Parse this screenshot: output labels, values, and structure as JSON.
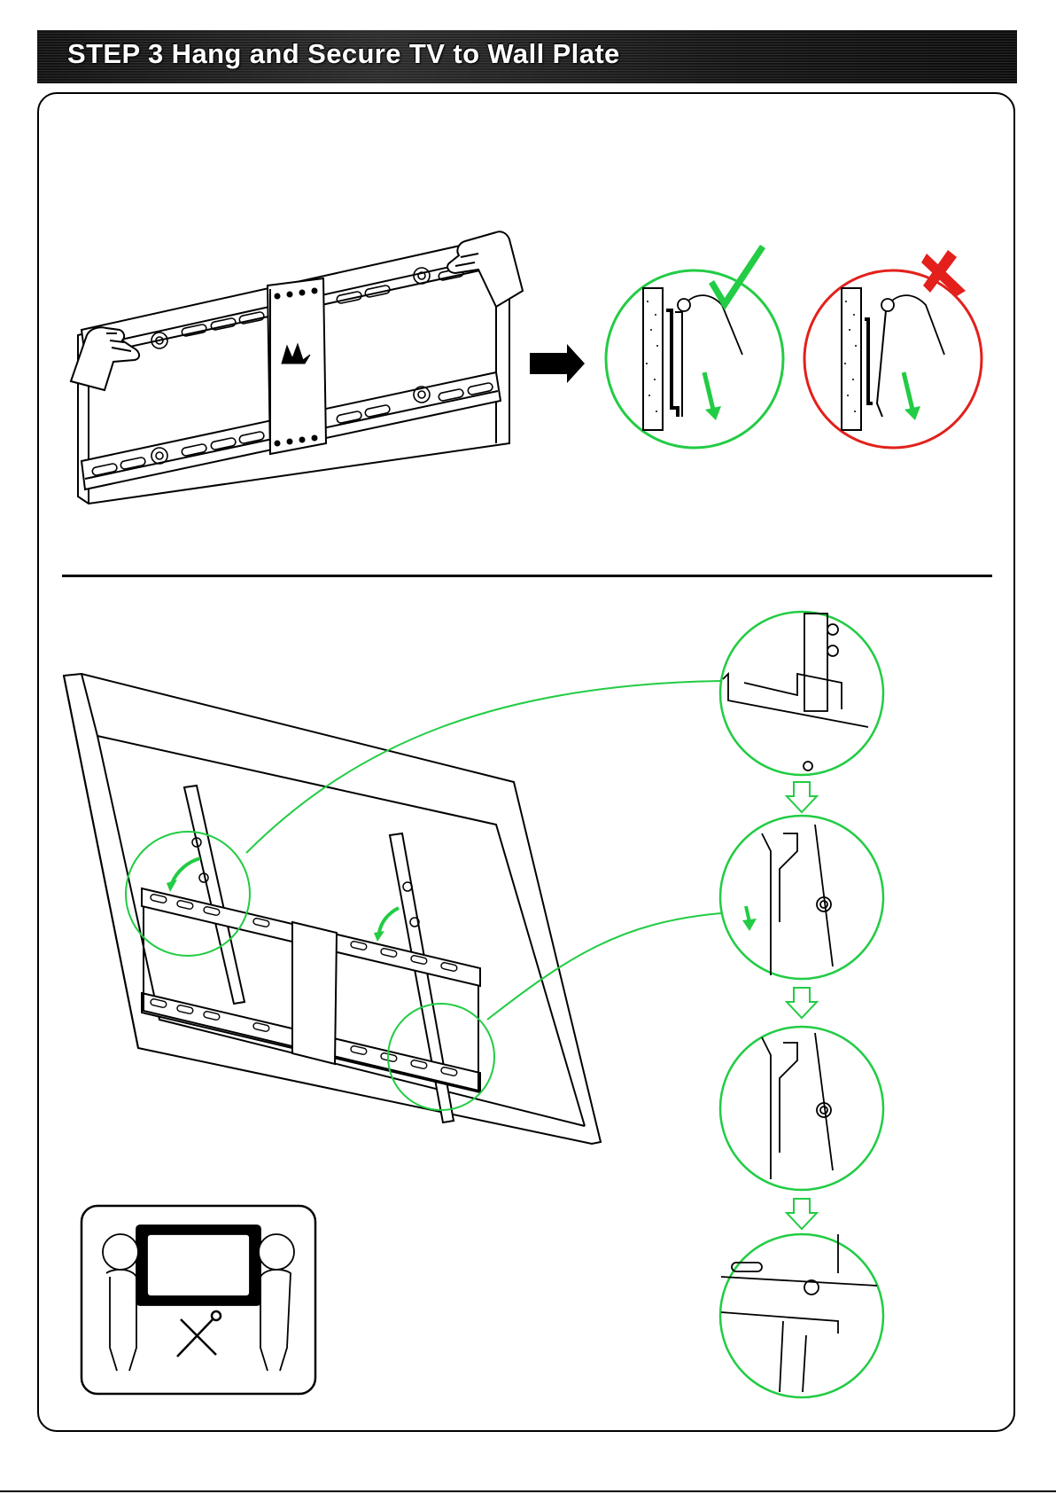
{
  "header": {
    "title": "STEP 3 Hang and Secure TV to Wall Plate"
  },
  "colors": {
    "correct": "#22cc44",
    "incorrect": "#e3201b",
    "detail_circle": "#22cc44",
    "line": "#000000",
    "banner": "#1a1a1a"
  },
  "top_section": {
    "illustration": "hands-lifting-wall-plate",
    "logo": "brand-logo",
    "arrow": "right-arrow",
    "correct_example": {
      "mark": "check-icon"
    },
    "incorrect_example": {
      "mark": "cross-icon"
    }
  },
  "bottom_section": {
    "illustration": "tv-back-with-brackets-on-wall-plate",
    "detail_steps": 4,
    "safety_note": {
      "icon": "two-people-carry-icon",
      "tools": "tools-icon"
    }
  }
}
